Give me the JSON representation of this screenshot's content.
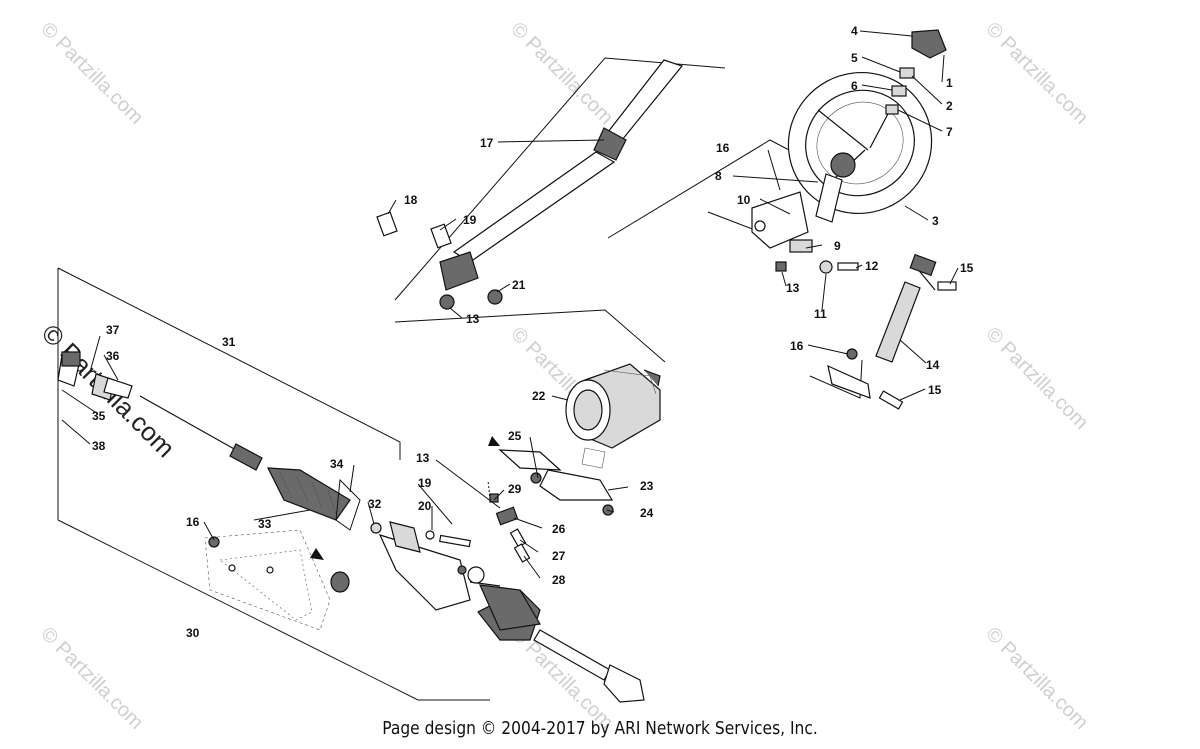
{
  "footer": {
    "text": "Page design © 2004-2017 by ARI Network Services, Inc."
  },
  "watermark": {
    "text": "© Partzilla.com"
  },
  "callouts": [
    "1",
    "2",
    "3",
    "4",
    "5",
    "6",
    "7",
    "8",
    "9",
    "10",
    "11",
    "12",
    "13",
    "13",
    "13",
    "14",
    "15",
    "15",
    "16",
    "16",
    "16",
    "17",
    "18",
    "19",
    "19",
    "20",
    "21",
    "22",
    "23",
    "24",
    "25",
    "26",
    "27",
    "28",
    "29",
    "30",
    "31",
    "32",
    "33",
    "34",
    "35",
    "36",
    "37",
    "38"
  ],
  "icons": [
    "steering-wheel",
    "steering-shaft",
    "rack-and-pinion",
    "power-steering-unit",
    "tie-rod",
    "boot",
    "cap",
    "steering-damper",
    "bracket",
    "bolt",
    "nut"
  ]
}
